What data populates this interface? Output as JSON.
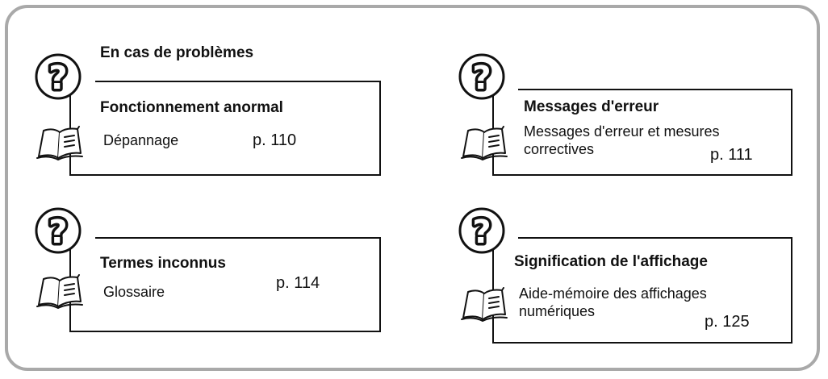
{
  "section_heading": "En cas de problèmes",
  "cards": [
    {
      "title": "Fonctionnement anormal",
      "description": "Dépannage",
      "page": "p. 110",
      "icon": "question-mark-icon",
      "ref_icon": "open-book-icon"
    },
    {
      "title": "Messages d'erreur",
      "description": "Messages d'erreur et mesures\ncorrectives",
      "page": "p. 111",
      "icon": "question-mark-icon",
      "ref_icon": "open-book-icon"
    },
    {
      "title": "Termes inconnus",
      "description": "Glossaire",
      "page": "p. 114",
      "icon": "question-mark-icon",
      "ref_icon": "open-book-icon"
    },
    {
      "title": "Signification de l'affichage",
      "description": "Aide-mémoire des affichages\nnumériques",
      "page": "p. 125",
      "icon": "question-mark-icon",
      "ref_icon": "open-book-icon"
    }
  ],
  "colors": {
    "frame": "#a9a9a9",
    "ink": "#111111"
  }
}
